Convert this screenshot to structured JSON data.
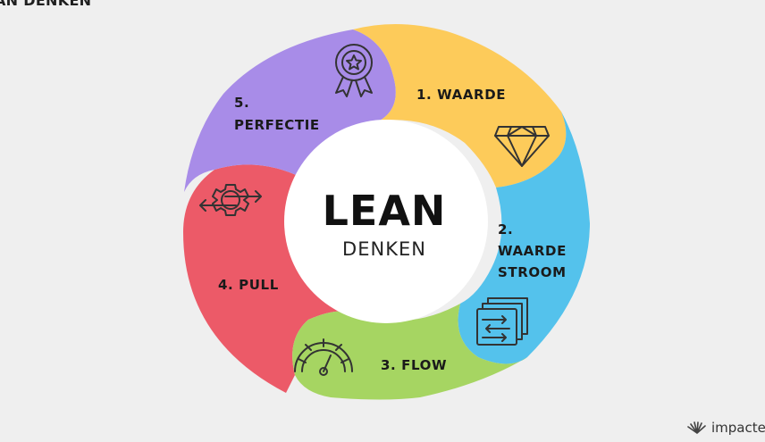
{
  "header": {
    "title": "AN DENKEN"
  },
  "center": {
    "title": "LEAN",
    "subtitle": "DENKEN"
  },
  "segments": [
    {
      "number": "1.",
      "label": "WAARDE",
      "color": "#fdcb5a",
      "icon": "diamond-icon"
    },
    {
      "number": "2.",
      "label_lines": [
        "WAARDE",
        "STROOM"
      ],
      "color": "#54c2ec",
      "icon": "documents-flow-icon"
    },
    {
      "number": "3.",
      "label": "FLOW",
      "color": "#a6d562",
      "icon": "speedometer-icon"
    },
    {
      "number": "4.",
      "label": "PULL",
      "color": "#ec5a68",
      "icon": "gear-arrows-icon"
    },
    {
      "number": "5.",
      "label": "PERFECTIE",
      "color": "#a88ce8",
      "icon": "award-badge-icon"
    }
  ],
  "labels": {
    "s1": "1.  WAARDE",
    "s2_num": "2.",
    "s2_line1": "WAARDE",
    "s2_line2": "STROOM",
    "s3": "3.  FLOW",
    "s4": "4.  PULL",
    "s5_num": "5.",
    "s5_line1": "PERFECTIE"
  },
  "brand": {
    "name": "impacte",
    "icon": "impact-logo-icon"
  }
}
